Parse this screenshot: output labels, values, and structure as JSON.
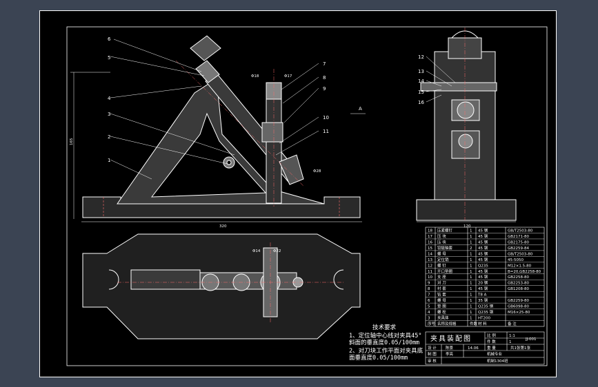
{
  "callouts": {
    "front": [
      "6",
      "5",
      "4",
      "3",
      "2",
      "1",
      "7",
      "8",
      "9",
      "10",
      "11"
    ],
    "side": [
      "12",
      "13",
      "14",
      "15",
      "16"
    ]
  },
  "dims": {
    "dia18": "Φ18",
    "dia17": "Φ17",
    "dia28": "Φ28",
    "dia14": "Φ14",
    "dia22": "Φ22",
    "height": "165",
    "length": "320",
    "width": "120",
    "section": "A"
  },
  "tech_req": {
    "title": "技术要求",
    "lines": [
      "1、定位轴中心线对夹具45°",
      "   斜面的垂直度0.05/100mm",
      "2、对刀块工作平面对夹具底",
      "   面垂直度0.05/100mm"
    ]
  },
  "bom": {
    "rows": [
      [
        "18",
        "压紧螺钉",
        "1",
        "45 钢",
        "GB/T2503-80"
      ],
      [
        "17",
        "压 块",
        "1",
        "45 钢",
        "GB2171-80"
      ],
      [
        "16",
        "压 块",
        "1",
        "45 钢",
        "GB2175-80"
      ],
      [
        "15",
        "铰链轴套",
        "2",
        "45 钢",
        "GB2259-84"
      ],
      [
        "14",
        "螺 母",
        "1",
        "45 钢",
        "GB/T2503-80"
      ],
      [
        "13",
        "定位销",
        "1",
        "45 钢",
        "45-5050"
      ],
      [
        "12",
        "螺 钉",
        "1",
        "Q235",
        "M12×1.5-80"
      ],
      [
        "11",
        "开口垫圈",
        "1",
        "45 钢",
        "B=20,GB2258-80"
      ],
      [
        "10",
        "支 座",
        "1",
        "45 钢",
        "GB2258-80"
      ],
      [
        "9",
        "对 刀",
        "1",
        "20 钢",
        "GB2253-80"
      ],
      [
        "8",
        "衬 套",
        "1",
        "45 钢",
        "GB1208-80"
      ],
      [
        "7",
        "钻 套",
        "1",
        "T8 A",
        ""
      ],
      [
        "6",
        "螺 母",
        "1",
        "35 钢",
        "GB2259-80"
      ],
      [
        "5",
        "垫 圈",
        "1",
        "Q235 钢",
        "GB6098-80"
      ],
      [
        "4",
        "螺 栓",
        "1",
        "Q235 钢",
        "M16×25-80"
      ],
      [
        "3",
        "夹具体",
        "1",
        "HT200",
        ""
      ]
    ],
    "header": [
      "序号",
      "名称及规格",
      "件数",
      "材 料",
      "备 注"
    ]
  },
  "title_block": {
    "name": "夹具装配图",
    "scale_label": "比 例",
    "scale_value": "1:1",
    "qty_label": "件 数",
    "qty_value": "1",
    "drawing_no": "JJ-001",
    "weight_label": "重 量",
    "sheet_label": "共1张第1张",
    "design_label": "设 计",
    "drawn_label": "制 图",
    "check_label": "审 核",
    "design_name": "陈景",
    "drawn_name": "李亮",
    "date": "14.06",
    "school": "机械专业",
    "class": "机制1304班"
  }
}
